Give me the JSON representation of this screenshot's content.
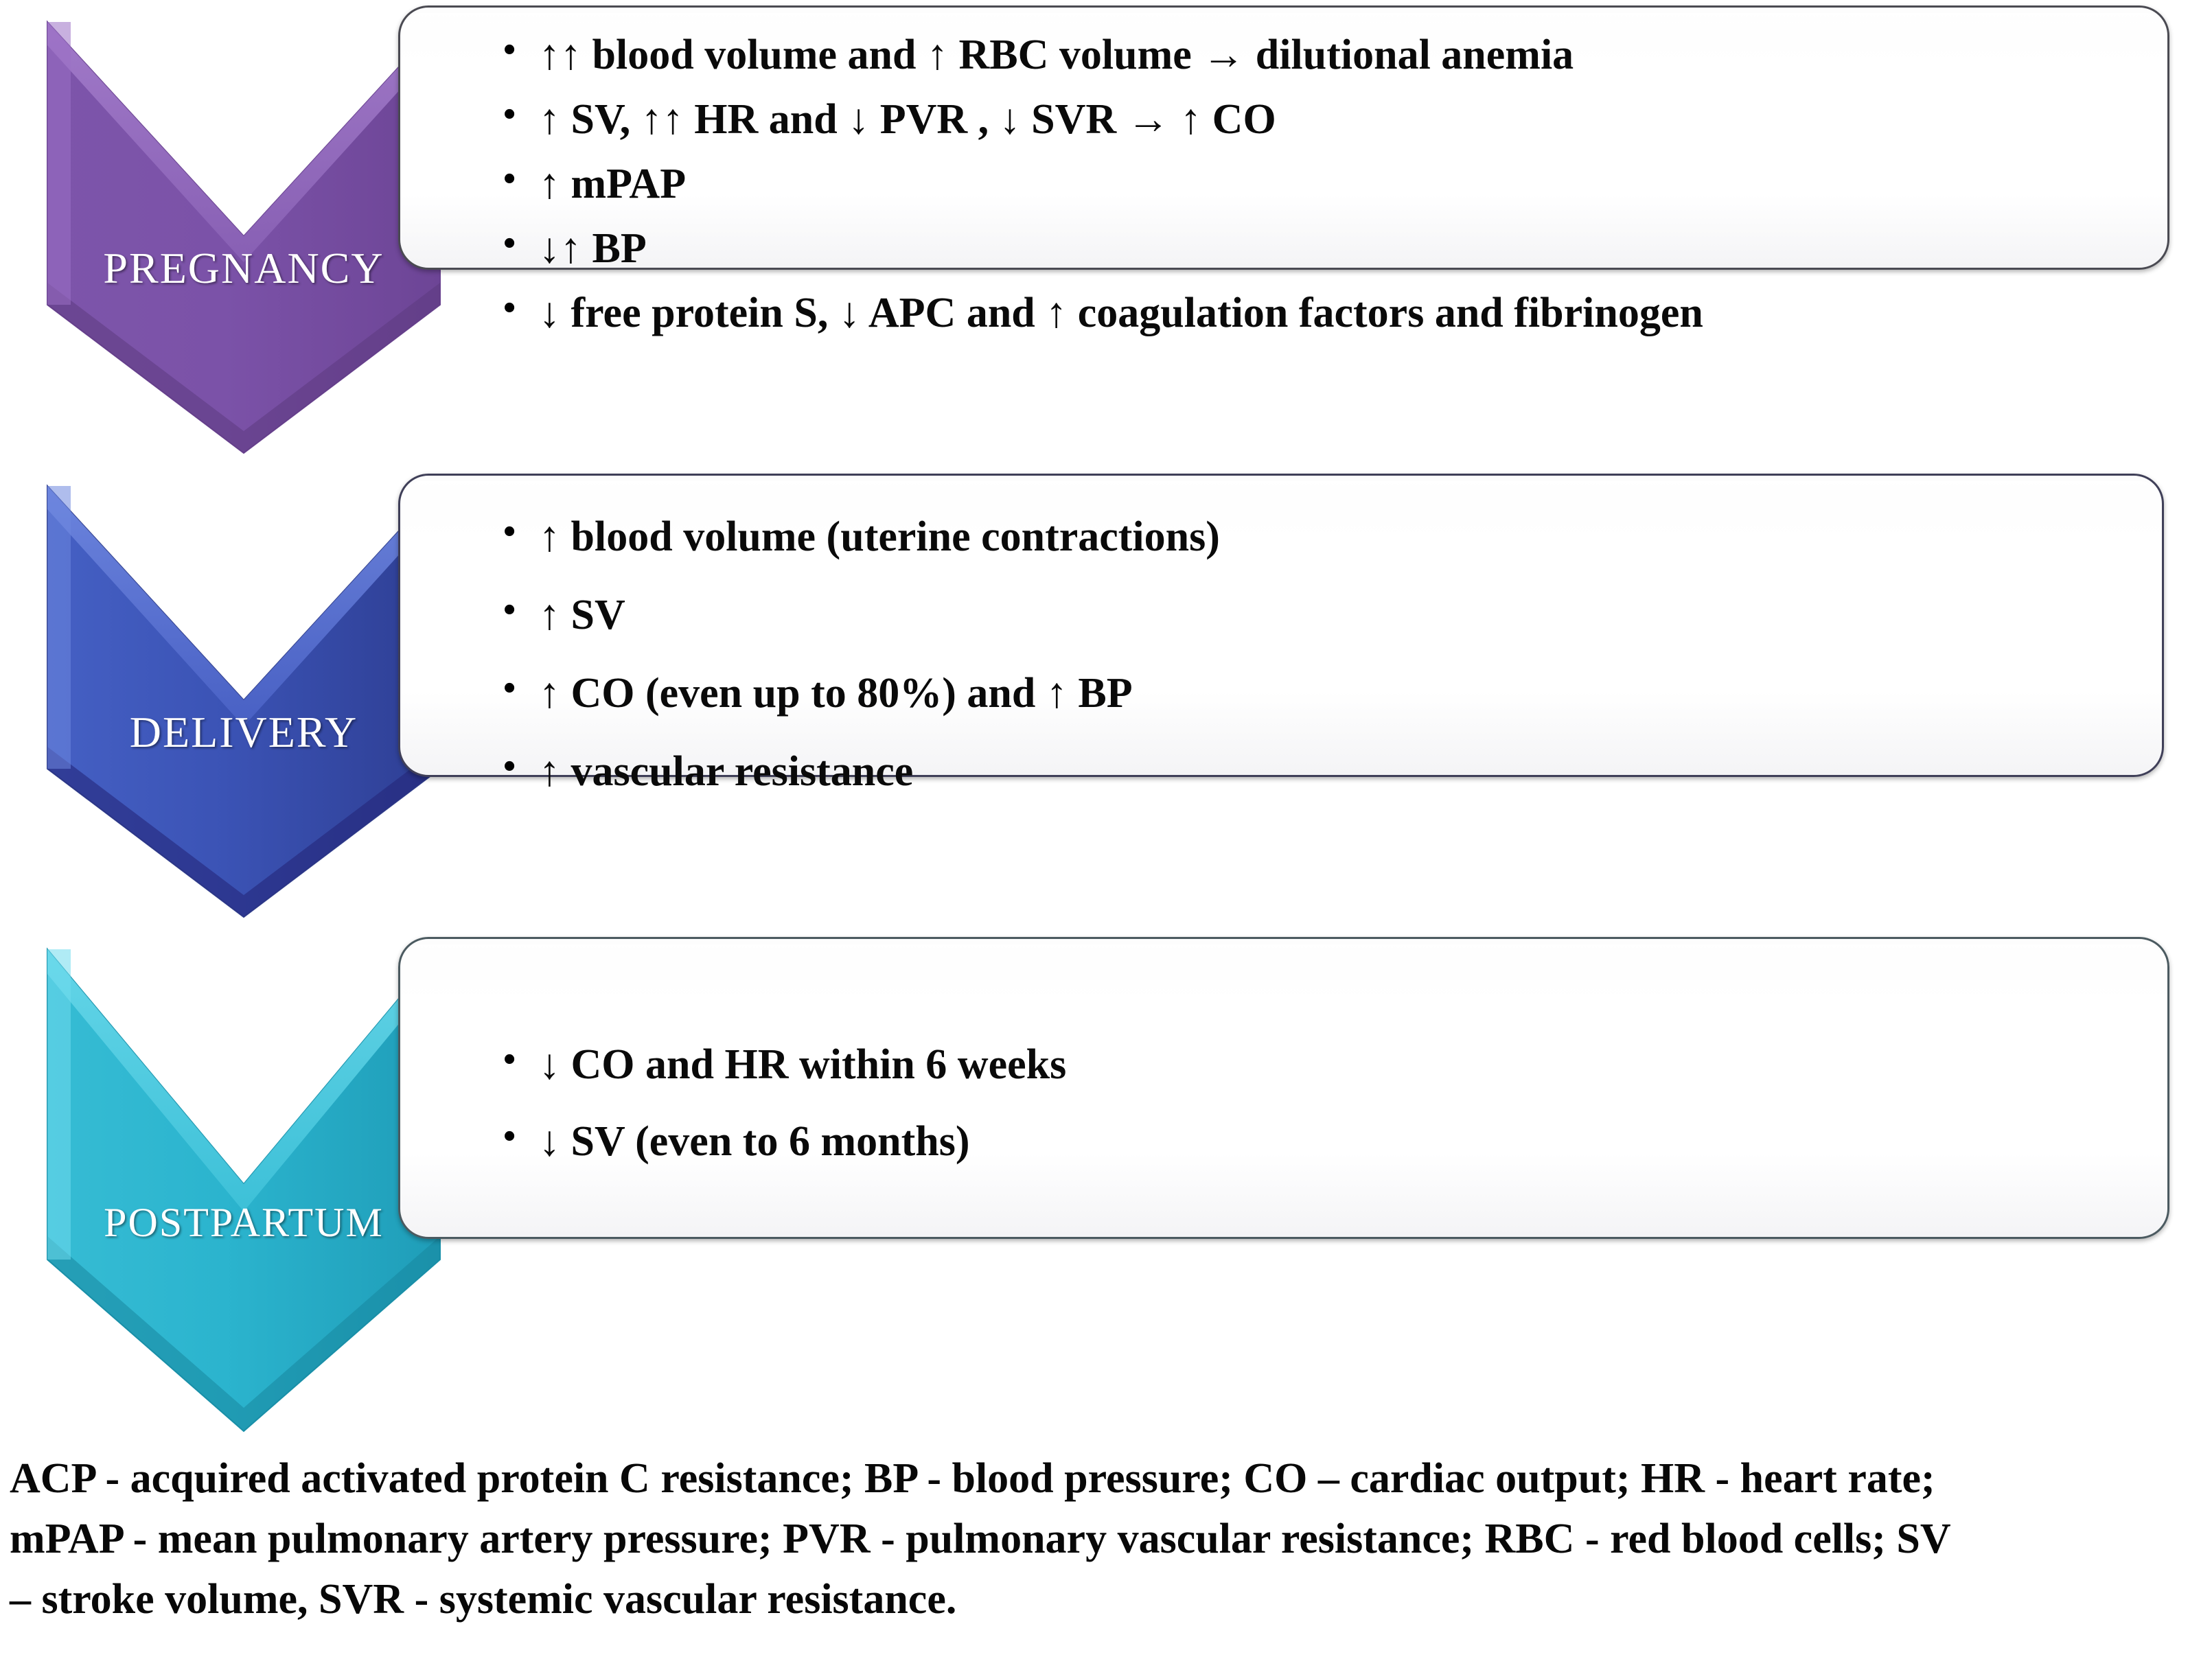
{
  "diagram": {
    "title_semantic": "hemodynamic-changes-pregnancy-delivery-postpartum",
    "stages": [
      {
        "id": "pregnancy",
        "label": "PREGNANCY",
        "color": "#7B52A8",
        "color_dark": "#5C3A80",
        "color_light": "#9A70C4",
        "bullets": [
          "↑↑ blood volume and ↑ RBC volume → dilutional anemia",
          "↑ SV, ↑↑ HR and ↓ PVR , ↓ SVR → ↑ CO",
          "↑ mPAP",
          "↓↑ BP",
          "↓ free protein S, ↓ APC and ↑ coagulation factors and fibrinogen"
        ]
      },
      {
        "id": "delivery",
        "label": "DELIVERY",
        "color": "#3B53B5",
        "color_dark": "#2B2E7E",
        "color_light": "#5B73D8",
        "bullets": [
          "↑ blood volume (uterine contractions)",
          "↑ SV",
          "↑ CO (even up to 80%) and ↑ BP",
          "↑ vascular resistance"
        ]
      },
      {
        "id": "postpartum",
        "label": "POSTPARTUM",
        "color": "#2BB4CE",
        "color_dark": "#1C93AD",
        "color_light": "#5ED3E6",
        "bullets": [
          "↓ CO and HR within 6 weeks",
          "↓ SV (even to 6 months)"
        ]
      }
    ],
    "footnote": {
      "line1": "ACP - acquired activated protein C resistance; BP - blood pressure; CO – cardiac output; HR - heart rate;",
      "line2": "mPAP - mean pulmonary artery pressure; PVR - pulmonary vascular resistance; RBC - red blood cells; SV",
      "line3": "– stroke volume, SVR - systemic vascular resistance."
    }
  }
}
